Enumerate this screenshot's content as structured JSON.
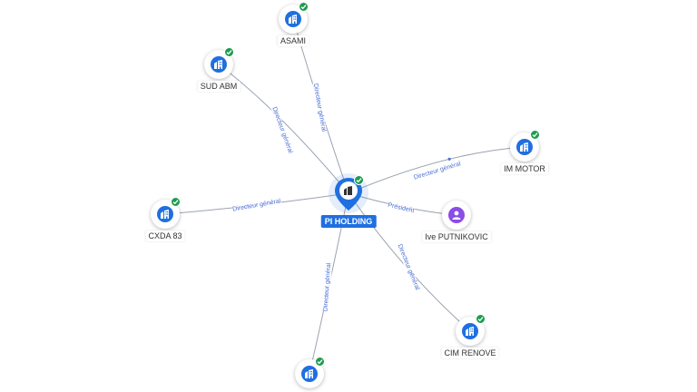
{
  "center": {
    "label": "PI HOLDING",
    "icon": "building-icon",
    "verified": true
  },
  "nodes": [
    {
      "key": "asami",
      "label": "ASAMI",
      "icon": "building-icon",
      "verified": true
    },
    {
      "key": "sud_abm",
      "label": "SUD ABM",
      "icon": "building-icon",
      "verified": true
    },
    {
      "key": "im_motor",
      "label": "IM MOTOR",
      "icon": "building-icon",
      "verified": true
    },
    {
      "key": "cxda_83",
      "label": "CXDA 83",
      "icon": "building-icon",
      "verified": true
    },
    {
      "key": "ive_putnikovic",
      "label": "Ive PUTNIKOVIC",
      "icon": "person-icon",
      "verified": false
    },
    {
      "key": "cim_renove",
      "label": "CIM RENOVE",
      "icon": "building-icon",
      "verified": true
    },
    {
      "key": "bottom_company",
      "label": "",
      "icon": "building-icon",
      "verified": true
    }
  ],
  "edges": [
    {
      "target": "asami",
      "label": "Directeur général"
    },
    {
      "target": "sud_abm",
      "label": "Directeur général"
    },
    {
      "target": "im_motor",
      "label": "Directeur général"
    },
    {
      "target": "cxda_83",
      "label": "Directeur général"
    },
    {
      "target": "ive_putnikovic",
      "label": "Président"
    },
    {
      "target": "cim_renove",
      "label": "Directeur général"
    },
    {
      "target": "bottom_company",
      "label": "Directeur général"
    }
  ],
  "colors": {
    "primary": "#1f6fe0",
    "verified": "#1e9b4f",
    "person": "#8a4de6",
    "edge": "#9aa3b0",
    "edge_label": "#4a6fd8"
  }
}
